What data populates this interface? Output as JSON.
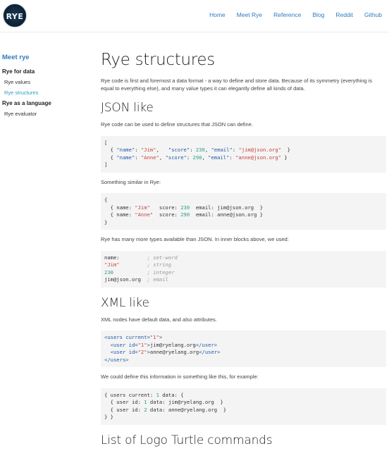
{
  "header": {
    "logo_text": "RYE",
    "nav": [
      "Home",
      "Meet Rye",
      "Reference",
      "Blog",
      "Reddit",
      "Github"
    ]
  },
  "sidebar": {
    "title": "Meet rye",
    "sections": [
      {
        "label": "Rye for data",
        "items": [
          {
            "label": "Rye values",
            "active": false
          },
          {
            "label": "Rye structures",
            "active": true
          }
        ]
      },
      {
        "label": "Rye as a language",
        "items": [
          {
            "label": "Rye evaluator",
            "active": false
          }
        ]
      }
    ]
  },
  "main": {
    "title": "Rye structures",
    "intro": "Rye code is first and foremost a data format - a way to define and store data. Because of its symmetry (everything is equal to everything else), and many value types it can elegantly define all kinds of data.",
    "json_heading": "JSON like",
    "json_text": "Rye code can be used to define structures that JSON can define.",
    "similar_text": "Something similar in Rye:",
    "types_text": "Rye has many more types available than JSON. In inner blocks above, we used:",
    "xml_heading": "XML like",
    "xml_text": "XML nodes have default data, and also attributes.",
    "xml_could_text": "We could define this information in something like this, for example:",
    "logo_heading": "List of Logo Turtle commands"
  },
  "code": {
    "json": {
      "open": "[",
      "close": "]",
      "rows": [
        {
          "k1": "\"name\"",
          "v1": "\"Jim\"",
          "pad1": ",   ",
          "k2": "\"score\"",
          "v2": "230",
          "k3": "\"email\"",
          "v3": "\"jim@json.org\"",
          "tail": "  }"
        },
        {
          "k1": "\"name\"",
          "v1": "\"Anne\"",
          "pad1": ", ",
          "k2": "\"score\"",
          "v2": "290",
          "k3": "\"email\"",
          "v3": "\"anne@json.org\"",
          "tail": " }"
        }
      ]
    },
    "rye": {
      "open": "{",
      "close": "}",
      "rows": [
        {
          "v1": "\"Jim\"",
          "pad": "   ",
          "v2": "230",
          "email": "jim@json.org",
          "tail": "  }"
        },
        {
          "v1": "\"Anne\"",
          "pad": "  ",
          "v2": "290",
          "email": "anne@json.org",
          "tail": " }"
        }
      ]
    },
    "types": [
      {
        "value": "name:",
        "pad": "         ",
        "comment": "; set-word",
        "kind": "w"
      },
      {
        "value": "\"Jim\"",
        "pad": "         ",
        "comment": "; string",
        "kind": "s"
      },
      {
        "value": "230",
        "pad": "           ",
        "comment": "; integer",
        "kind": "n"
      },
      {
        "value": "jim@json.org",
        "pad": "  ",
        "comment": "; email",
        "kind": "w"
      }
    ],
    "xml": {
      "open_tag": "<users",
      "open_attr": " current=",
      "open_val": "\"1\"",
      "rows": [
        {
          "attr_val": "\"1\"",
          "text": "jim@ryelang.org"
        },
        {
          "attr_val": "\"2\"",
          "text": "anne@ryelang.org"
        }
      ],
      "close_tag": "</users>"
    },
    "rye_xml": {
      "l1_a": "{ users current: ",
      "l1_n": "1",
      "l1_b": " data: {",
      "rows": [
        {
          "id": "1",
          "email": "jim@ryelang.org",
          "tail": "  }"
        },
        {
          "id": "2",
          "email": "anne@ryelang.org",
          "tail": "  }"
        }
      ],
      "close": "} }"
    }
  }
}
